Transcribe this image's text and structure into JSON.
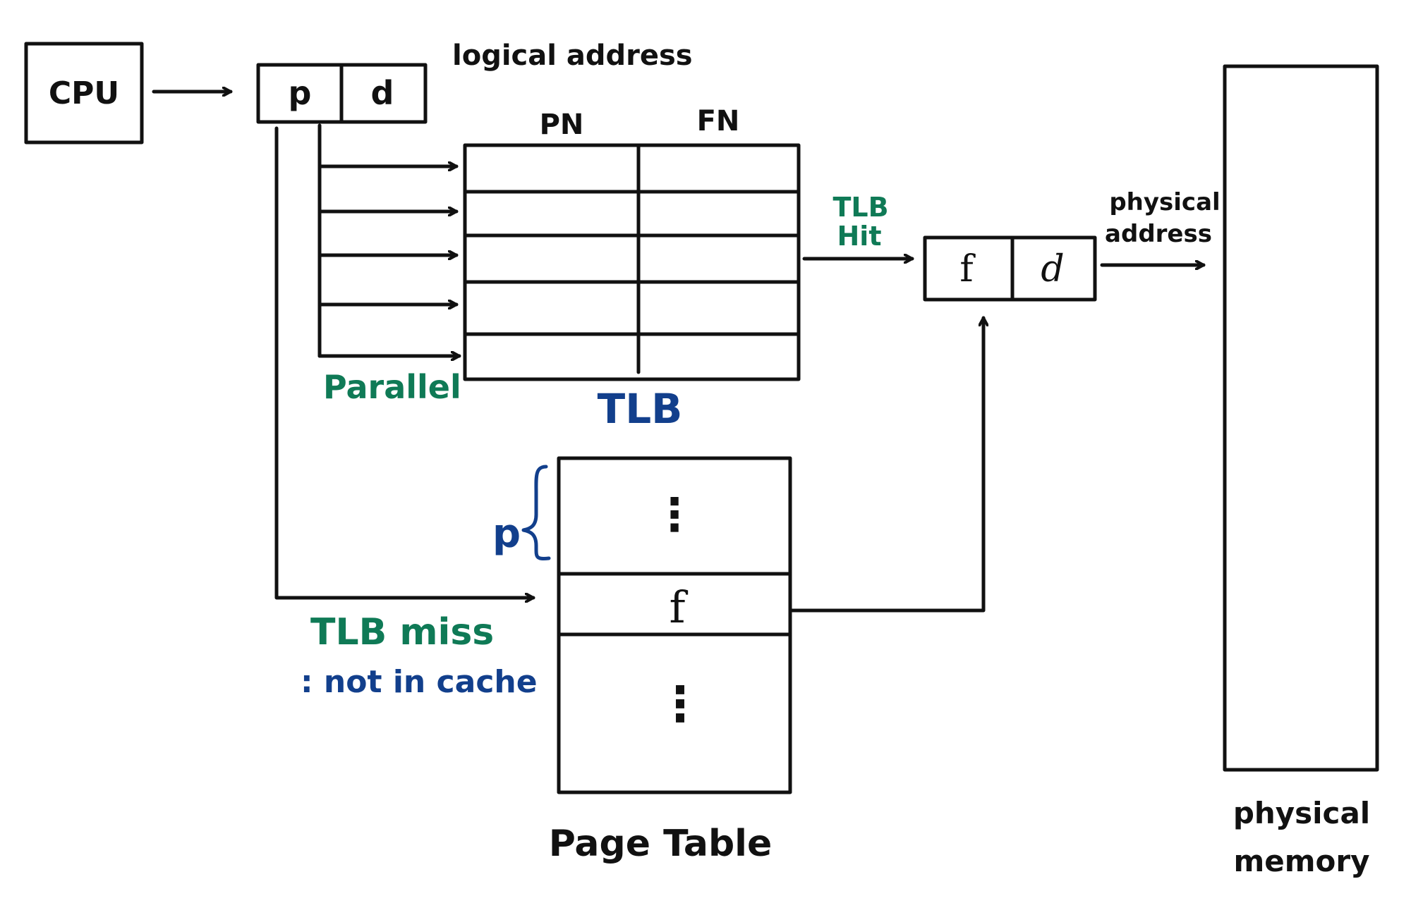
{
  "colors": {
    "ink": "#111111",
    "green": "#0f7a56",
    "blue": "#123f8c"
  },
  "labels": {
    "cpu": "CPU",
    "logical_address": "logical address",
    "page_number": "p",
    "offset": "d",
    "pn_header": "PN",
    "fn_header": "FN",
    "tlb": "TLB",
    "parallel": "Parallel",
    "tlb_hit_line1": "TLB",
    "tlb_hit_line2": "Hit",
    "frame": "f",
    "physical_address_line1": "physical",
    "physical_address_line2": "address",
    "tlb_miss": "TLB miss",
    "not_in_cache": ": not in cache",
    "page_table_index": "p",
    "page_table_entry": "f",
    "page_table_dots_top": "⋮",
    "page_table_dots_bottom": "⋮",
    "page_table": "Page Table",
    "physical_memory_line1": "physical",
    "physical_memory_line2": "memory"
  }
}
